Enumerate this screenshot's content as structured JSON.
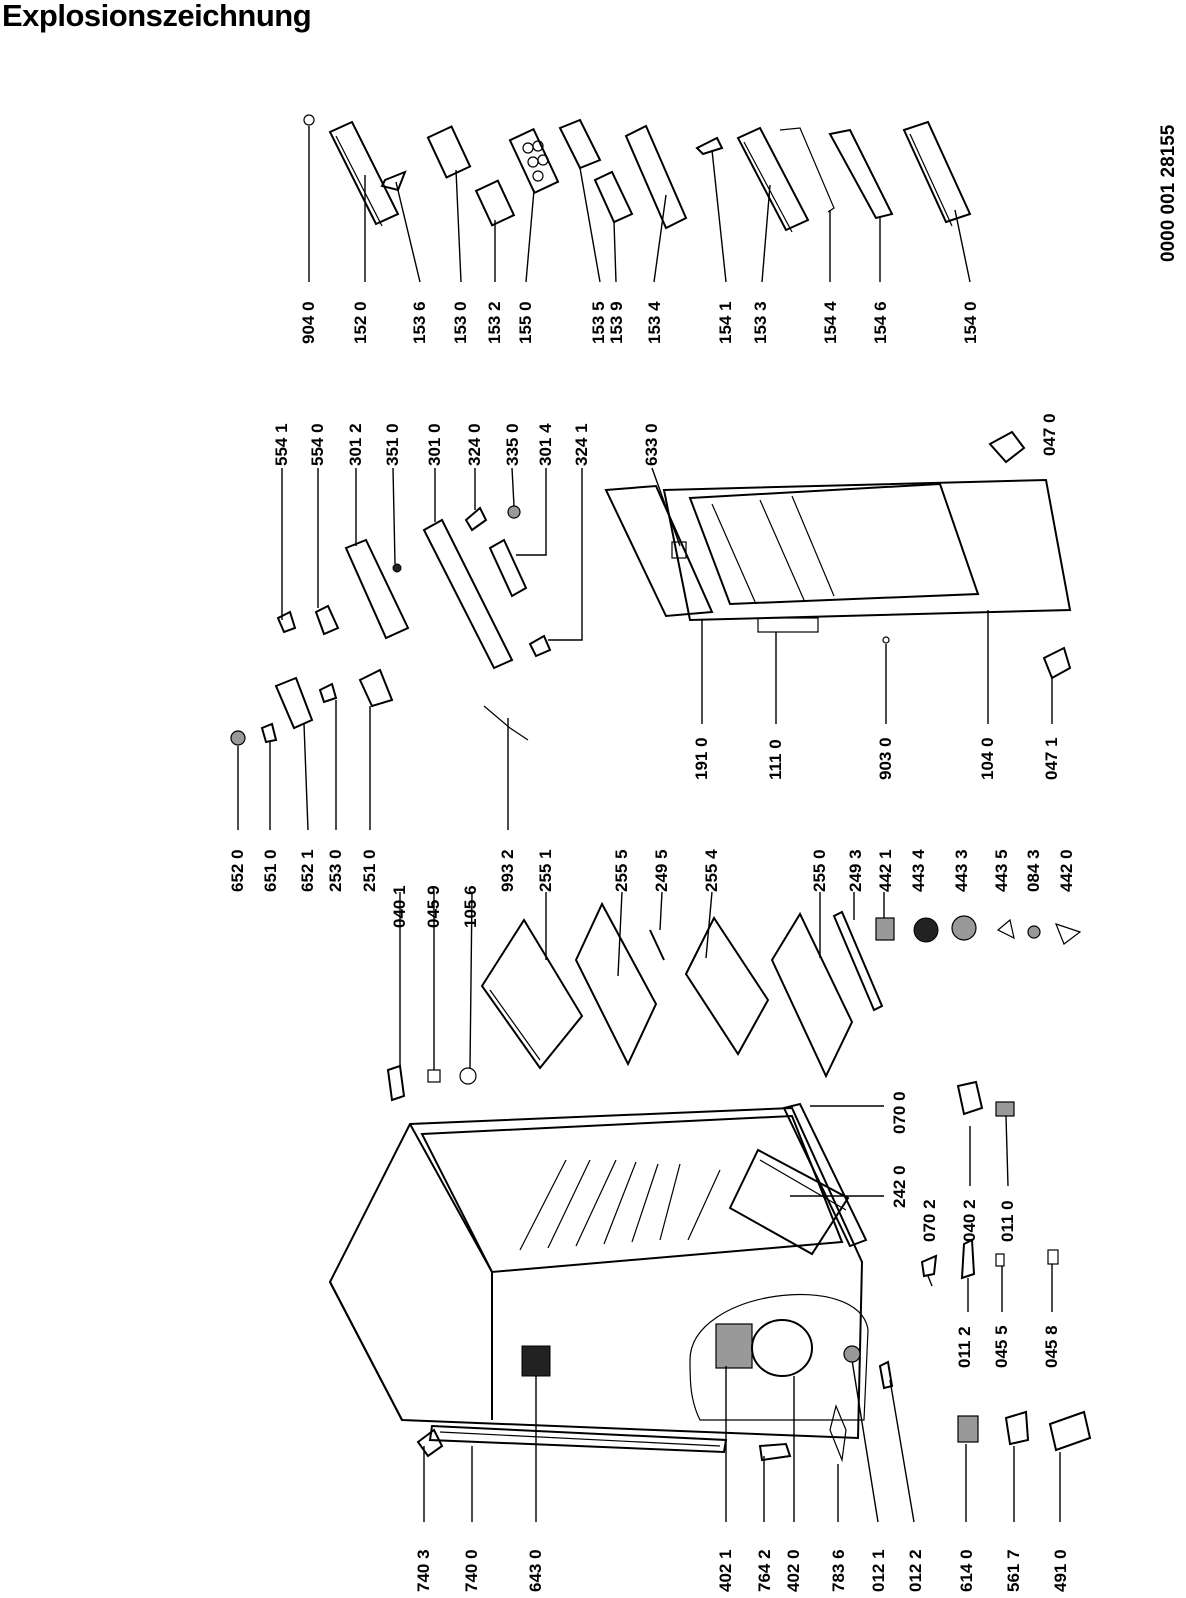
{
  "title": "Explosionszeichnung",
  "document_number": "0000 001 28155",
  "part_labels": [
    "904 0",
    "152 0",
    "153 6",
    "153 0",
    "153 2",
    "155 0",
    "153 5",
    "153 9",
    "153 4",
    "154 1",
    "153 3",
    "154 4",
    "154 6",
    "154 0",
    "554 1",
    "554 0",
    "301 2",
    "351 0",
    "301 0",
    "324 0",
    "335 0",
    "301 4",
    "324 1",
    "633 0",
    "047 0",
    "652 0",
    "651 0",
    "652 1",
    "253 0",
    "251 0",
    "040 1",
    "045 9",
    "105 6",
    "993 2",
    "255 1",
    "255 5",
    "249 5",
    "255 4",
    "255 0",
    "249 3",
    "442 1",
    "443 4",
    "443 3",
    "443 5",
    "084 3",
    "442 0",
    "191 0",
    "111 0",
    "903 0",
    "104 0",
    "047 1",
    "070 0",
    "242 0",
    "070 2",
    "040 2",
    "011 0",
    "011 2",
    "045 5",
    "045 8",
    "740 3",
    "740 0",
    "643 0",
    "402 1",
    "764 2",
    "402 0",
    "783 6",
    "012 1",
    "012 2",
    "614 0",
    "561 7",
    "491 0"
  ]
}
